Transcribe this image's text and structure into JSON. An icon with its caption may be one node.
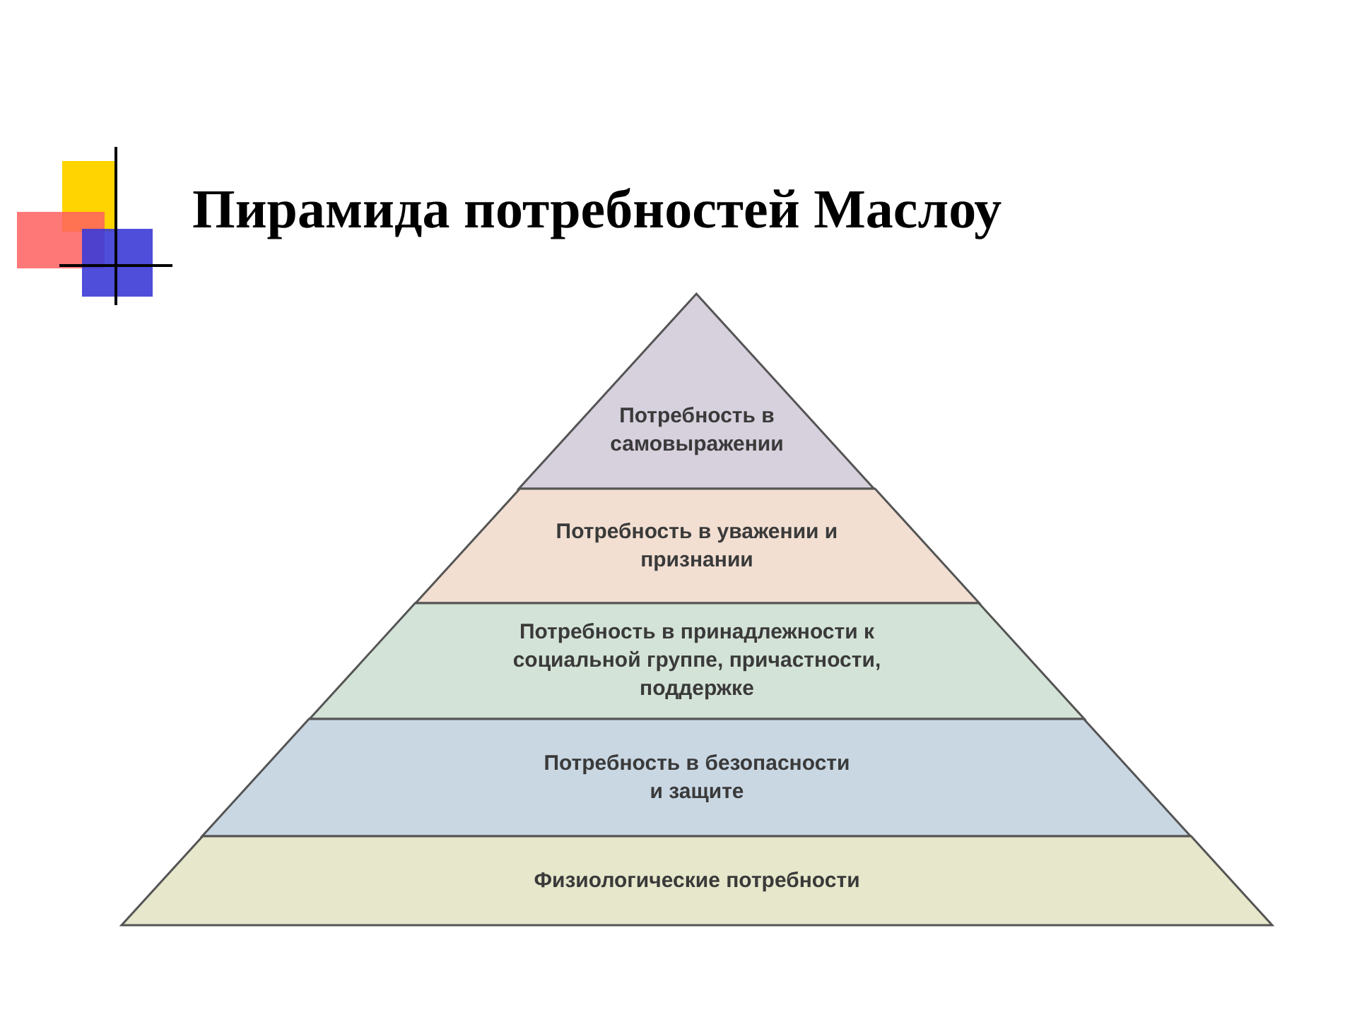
{
  "diagram": {
    "title": "Пирамида потребностей Маслоу",
    "nodes": [
      {
        "text": [
          "Потребность в самовыражении"
        ]
      },
      {
        "text": [
          "Потребность в уважении и признании"
        ]
      },
      {
        "text": [
          "Потребность в принадлежности к социальной группе, причастности, поддержке"
        ]
      },
      {
        "text": [
          "Потребность в безопасности и защите"
        ]
      },
      {
        "text": [
          "Физиологические потребности"
        ]
      }
    ]
  }
}
